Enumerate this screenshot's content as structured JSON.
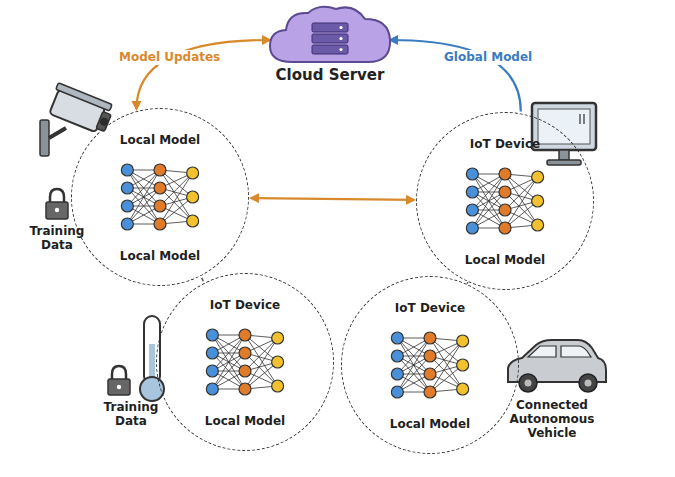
{
  "diagram": {
    "nodes": [
      {
        "text": [
          "Cloud Server"
        ]
      },
      {
        "text": [
          "Local Model",
          "Local Model"
        ]
      },
      {
        "text": [
          "IoT Device",
          "Local Model"
        ]
      },
      {
        "text": [
          "IoT Device",
          "Local Model"
        ]
      },
      {
        "text": [
          "IoT Device",
          "Local Model"
        ]
      }
    ],
    "edges": [
      {
        "from": 1,
        "to": 0,
        "label": "Model Updates",
        "arrow": "both"
      },
      {
        "from": 2,
        "to": 0,
        "label": "Global Model",
        "arrow": "to"
      },
      {
        "from": 1,
        "to": 2,
        "arrow": "both"
      },
      {
        "from": 1,
        "to": 3,
        "arrow": "none"
      },
      {
        "from": 4,
        "to": 2,
        "arrow": "none"
      }
    ],
    "labels": [
      "Training Data",
      "Training Data",
      "Connected Autonomous Vehicle"
    ]
  }
}
